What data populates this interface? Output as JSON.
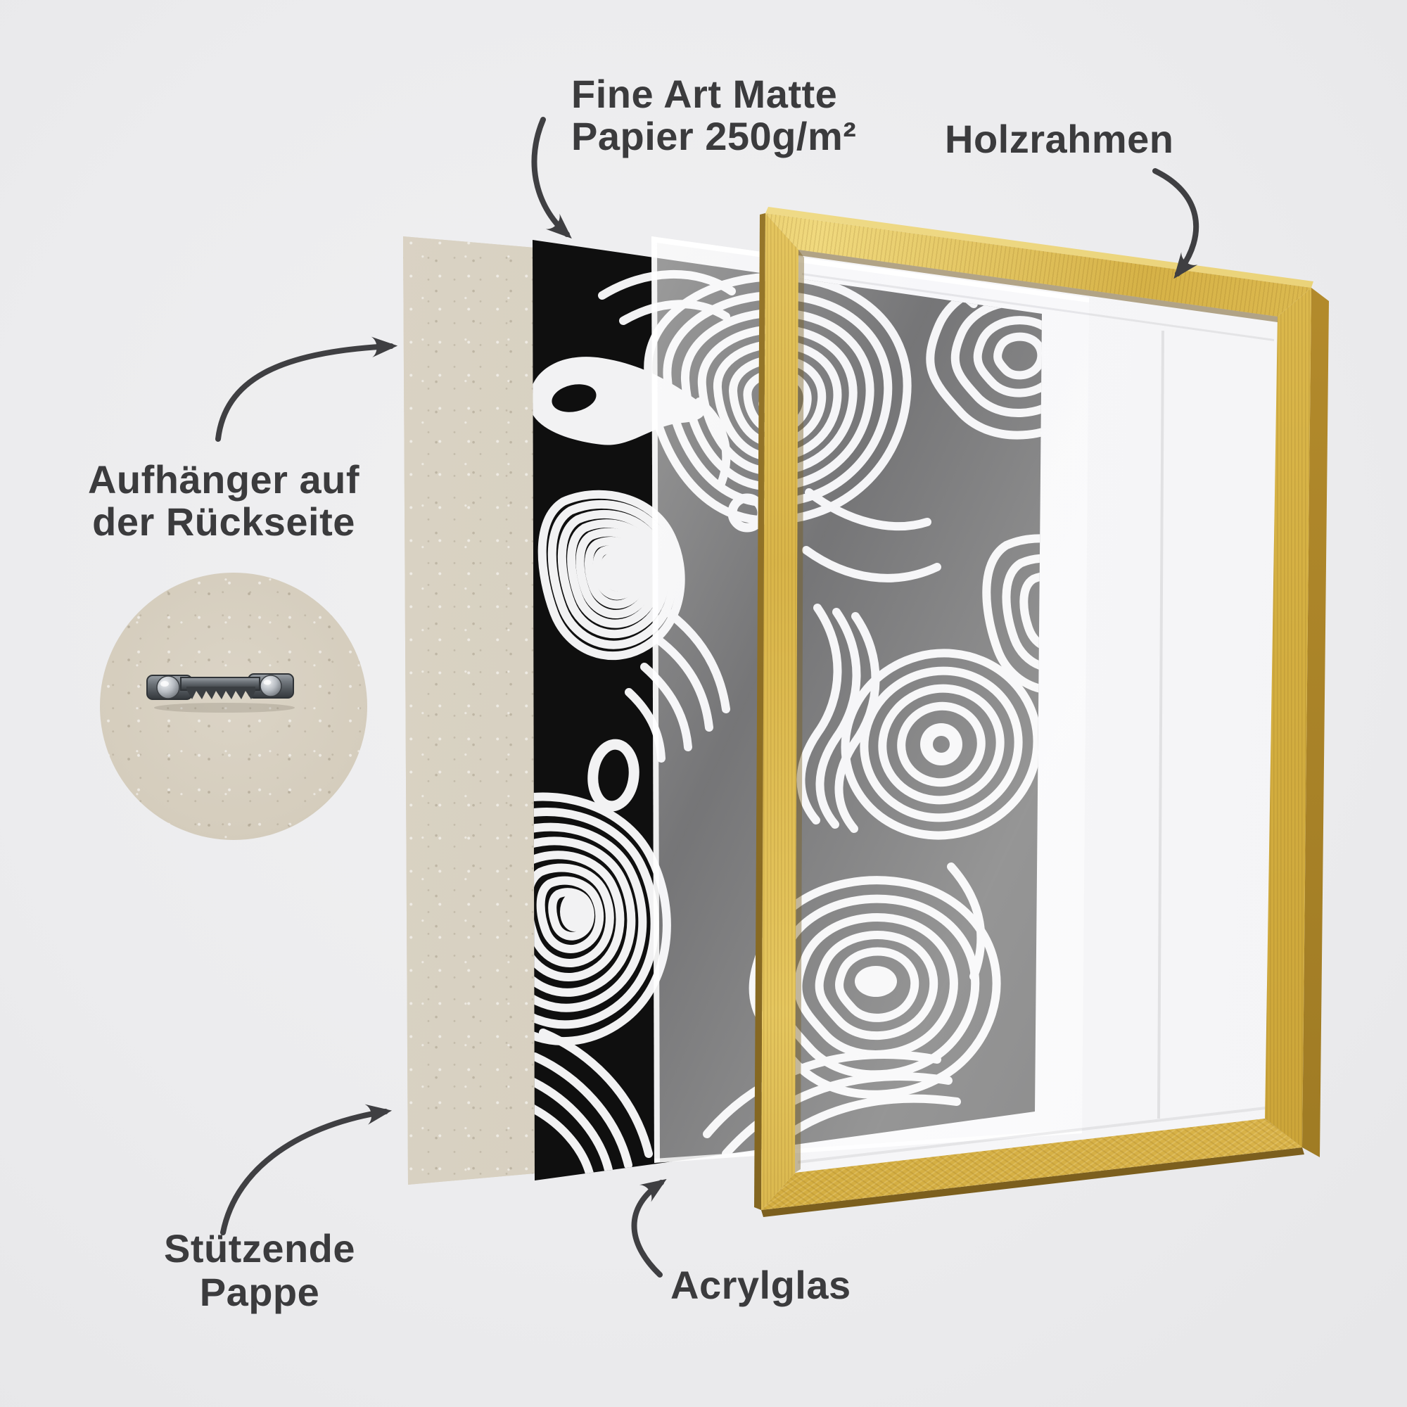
{
  "labels": {
    "paper": {
      "line1": "Fine Art Matte",
      "line2": "Papier 250g/m²"
    },
    "frame": {
      "text": "Holzrahmen"
    },
    "hanger": {
      "line1": "Aufhänger auf",
      "line2": "der Rückseite"
    },
    "backing": {
      "line1": "Stützende",
      "line2": "Pappe"
    },
    "glass": {
      "text": "Acrylglas"
    }
  },
  "colors": {
    "bg": "#ededee",
    "text": "#3b3b3d",
    "arrow": "#3f3f42",
    "gold": "#d9b64a",
    "gold-light": "#f0d97e",
    "gold-dark": "#8a6b24",
    "cardboard": "#d9d2c3",
    "paper-black": "#0f0f0f",
    "pattern-gray": "#7d7d7d",
    "swirl-white": "#f2f2f3",
    "mat-white": "#f3f3f5"
  },
  "icons": {
    "arrow_to_paper": "curved-arrow-icon",
    "arrow_to_frame": "curved-arrow-icon",
    "arrow_to_cardboard": "curved-arrow-icon",
    "arrow_to_backing": "curved-arrow-icon",
    "arrow_to_glass": "curved-arrow-icon",
    "hanger": "sawtooth-hanger-icon"
  }
}
